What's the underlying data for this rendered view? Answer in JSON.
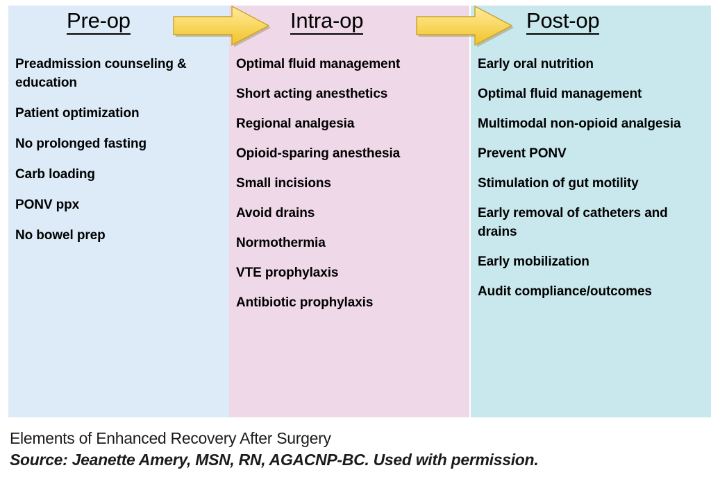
{
  "figure": {
    "colors": {
      "preop_bg": "#dcebf7",
      "intraop_bg": "#efd8e8",
      "postop_bg": "#c8e8ed",
      "arrow_fill_light": "#fbe48f",
      "arrow_fill_dark": "#f2c832",
      "arrow_stroke": "#c9a227",
      "text": "#000000",
      "page_bg": "#ffffff"
    }
  },
  "columns": [
    {
      "key": "preop",
      "header": "Pre-op",
      "items": [
        "Preadmission counseling & education",
        "Patient optimization",
        "No prolonged fasting",
        "Carb loading",
        "PONV ppx",
        "No bowel prep"
      ]
    },
    {
      "key": "intraop",
      "header": "Intra-op",
      "items": [
        "Optimal fluid management",
        "Short acting anesthetics",
        "Regional analgesia",
        "Opioid-sparing anesthesia",
        "Small incisions",
        "Avoid drains",
        "Normothermia",
        "VTE prophylaxis",
        "Antibiotic prophylaxis"
      ]
    },
    {
      "key": "postop",
      "header": "Post-op",
      "items": [
        "Early oral nutrition",
        "Optimal fluid management",
        "Multimodal non-opioid analgesia",
        "Prevent PONV",
        "Stimulation of gut motility",
        "Early removal of catheters and drains",
        "Early mobilization",
        "Audit compliance/outcomes"
      ]
    }
  ],
  "arrows": [
    {
      "name": "arrow-preop-to-intraop"
    },
    {
      "name": "arrow-intraop-to-postop"
    }
  ],
  "caption": {
    "title": "Elements of Enhanced Recovery After Surgery",
    "source": "Source: Jeanette Amery, MSN, RN, AGACNP-BC. Used with permission."
  }
}
